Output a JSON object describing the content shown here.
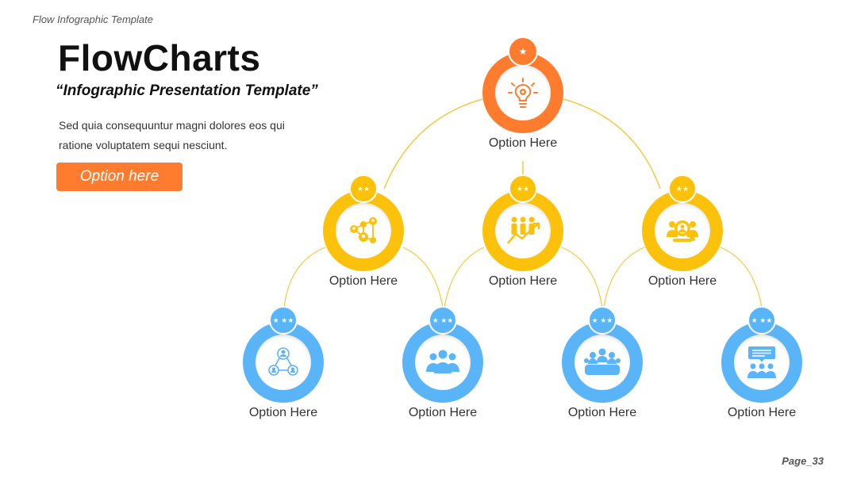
{
  "header": {
    "top_label": "Flow Infographic Template"
  },
  "hero": {
    "title": "FlowCharts",
    "subtitle": "“Infographic Presentation Template”",
    "description": "Sed quia consequuntur magni dolores eos qui ratione voluptatem sequi nesciunt.",
    "cta_label": "Option here"
  },
  "footer": {
    "page": "Page_33"
  },
  "colors": {
    "orange": "#ff7c2f",
    "yellow": "#fbc10b",
    "blue": "#5ab4f8",
    "line": "#f5c842"
  },
  "flowchart": {
    "level1": [
      {
        "label": "Option Here",
        "icon": "lightbulb-gear-icon",
        "badge": "★"
      }
    ],
    "level2": [
      {
        "label": "Option Here",
        "icon": "network-people-icon",
        "badge": "★★"
      },
      {
        "label": "Option Here",
        "icon": "team-growth-chart-icon",
        "badge": "★★"
      },
      {
        "label": "Option Here",
        "icon": "user-search-icon",
        "badge": "★★"
      }
    ],
    "level3": [
      {
        "label": "Option Here",
        "icon": "user-connections-icon",
        "badge": "★ ★★"
      },
      {
        "label": "Option Here",
        "icon": "group-icon",
        "badge": "★ ★★"
      },
      {
        "label": "Option Here",
        "icon": "meeting-table-icon",
        "badge": "★ ★★"
      },
      {
        "label": "Option Here",
        "icon": "group-discussion-icon",
        "badge": "★ ★★"
      }
    ]
  }
}
